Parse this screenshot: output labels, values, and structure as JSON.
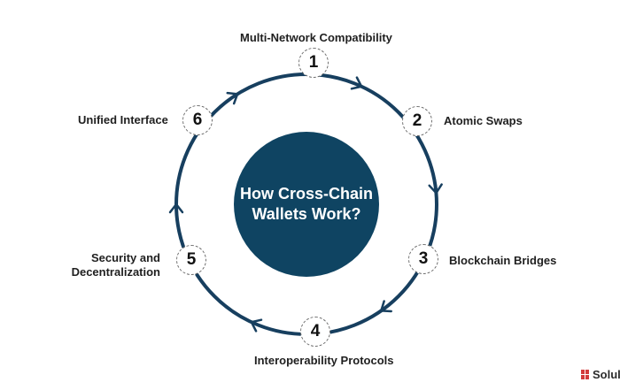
{
  "center": {
    "title": "How Cross-Chain\nWallets Work?"
  },
  "steps": [
    {
      "number": "1",
      "label": "Multi-Network Compatibility"
    },
    {
      "number": "2",
      "label": "Atomic Swaps"
    },
    {
      "number": "3",
      "label": "Blockchain Bridges"
    },
    {
      "number": "4",
      "label": "Interoperability Protocols"
    },
    {
      "number": "5",
      "label": "Security and\nDecentralization"
    },
    {
      "number": "6",
      "label": "Unified Interface"
    }
  ],
  "brand": {
    "text": "Solul"
  },
  "colors": {
    "ring": "#173f5f",
    "center_fill": "#0f4462",
    "brand_mark": "#d23b3b"
  }
}
